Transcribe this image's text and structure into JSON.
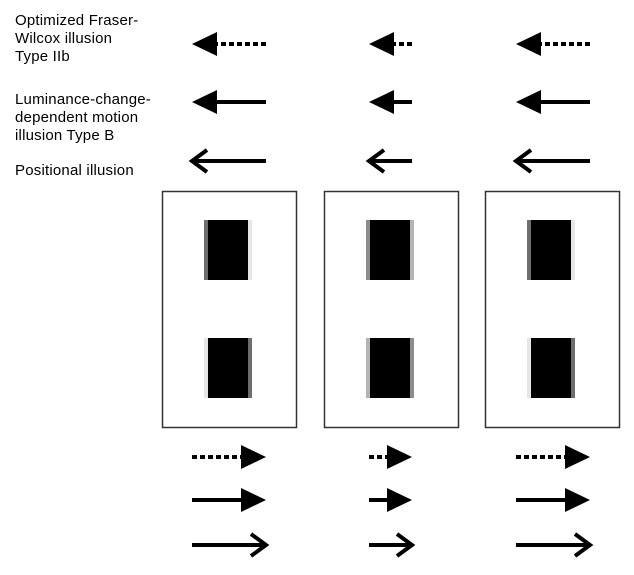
{
  "legend": {
    "rows": [
      {
        "label": "Optimized Fraser-\nWilcox illusion\nType IIb",
        "arrow_style": "dashed-filled-head"
      },
      {
        "label": "Luminance-change-\ndependent motion\nillusion Type B",
        "arrow_style": "solid-filled-head"
      },
      {
        "label": "Positional illusion",
        "arrow_style": "solid-open-head"
      }
    ]
  },
  "panels": [
    {
      "name": "left",
      "top_arrows_direction": "left",
      "bottom_arrows_direction": "right",
      "arrow_strength": "long",
      "top_block": {
        "left_edge": "#6e6e6e",
        "right_edge": "#e6e6e6",
        "fill": "#000000"
      },
      "bottom_block": {
        "left_edge": "#e6e6e6",
        "right_edge": "#6e6e6e",
        "fill": "#000000"
      }
    },
    {
      "name": "middle",
      "top_arrows_direction": "left",
      "bottom_arrows_direction": "right",
      "arrow_strength": "short",
      "top_block": {
        "left_edge": "#8c8c8c",
        "right_edge": "#b4b4b4",
        "fill": "#000000"
      },
      "bottom_block": {
        "left_edge": "#b4b4b4",
        "right_edge": "#8c8c8c",
        "fill": "#000000"
      }
    },
    {
      "name": "right",
      "top_arrows_direction": "left",
      "bottom_arrows_direction": "right",
      "arrow_strength": "long",
      "top_block": {
        "left_edge": "#6e6e6e",
        "right_edge": "#e6e6e6",
        "fill": "#000000"
      },
      "bottom_block": {
        "left_edge": "#e6e6e6",
        "right_edge": "#6e6e6e",
        "fill": "#000000"
      }
    }
  ],
  "colors": {
    "ink": "#000000",
    "border": "#333333",
    "background": "#ffffff"
  }
}
